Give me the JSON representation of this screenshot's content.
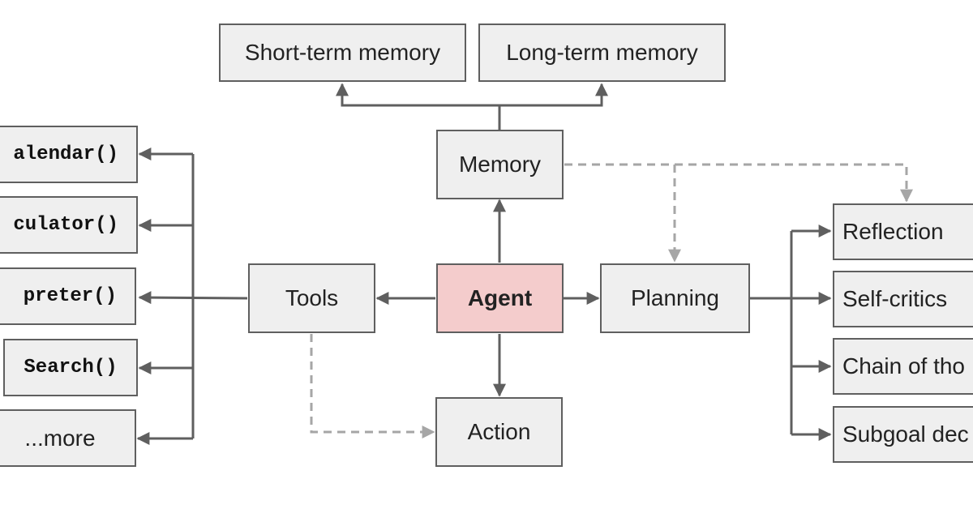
{
  "colors": {
    "box_fill": "#efefef",
    "box_border": "#5f5f5f",
    "agent_fill": "#f4cccc",
    "solid_arrow": "#5f5f5f",
    "dashed_arrow": "#a6a6a6"
  },
  "nodes": {
    "agent": "Agent",
    "memory": "Memory",
    "short_term_memory": "Short-term memory",
    "long_term_memory": "Long-term memory",
    "tools": "Tools",
    "planning": "Planning",
    "action": "Action",
    "tool_items": [
      "alendar()",
      "culator()",
      "preter()",
      "Search()",
      "...more"
    ],
    "planning_items": [
      "Reflection",
      "Self-critics",
      "Chain of tho",
      "Subgoal dec"
    ]
  }
}
